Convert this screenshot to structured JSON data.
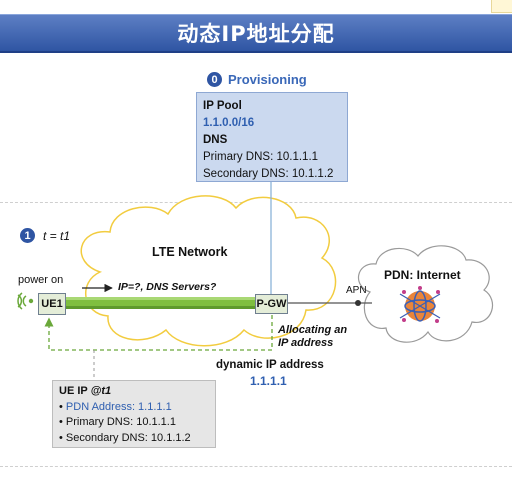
{
  "title": "动态IP地址分配",
  "provisioning": {
    "number": "0",
    "label": "Provisioning"
  },
  "pool": {
    "heading": "IP Pool",
    "range": "1.1.0.0/16",
    "dns_heading": "DNS",
    "primary": "Primary DNS: 10.1.1.1",
    "secondary": "Secondary DNS: 10.1.1.2"
  },
  "step": {
    "number": "1",
    "time": "t = t1"
  },
  "lte_label": "LTE Network",
  "power_label": "power on",
  "ue1_label": "UE1",
  "request_label": "IP=?, DNS Servers?",
  "pgw_label": "P-GW",
  "apn_label": "APN",
  "pdn_label": "PDN: Internet",
  "allocating_line1": "Allocating an",
  "allocating_line2": "IP address",
  "dynamic_label": "dynamic IP address",
  "dynamic_value": "1.1.1.1",
  "ue_ip": {
    "title_prefix": "UE IP ",
    "title_time": "@t1",
    "pdn": "PDN Address: 1.1.1.1",
    "primary": "Primary DNS: 10.1.1.1",
    "secondary": "Secondary DNS: 10.1.1.2"
  },
  "colors": {
    "title_bg": "#2f55a3",
    "tunnel": "#7fbf3f",
    "pool_bg": "#cbd9ef",
    "accent_blue": "#2f5fb0",
    "cloud_border": "#f2cc3f"
  }
}
